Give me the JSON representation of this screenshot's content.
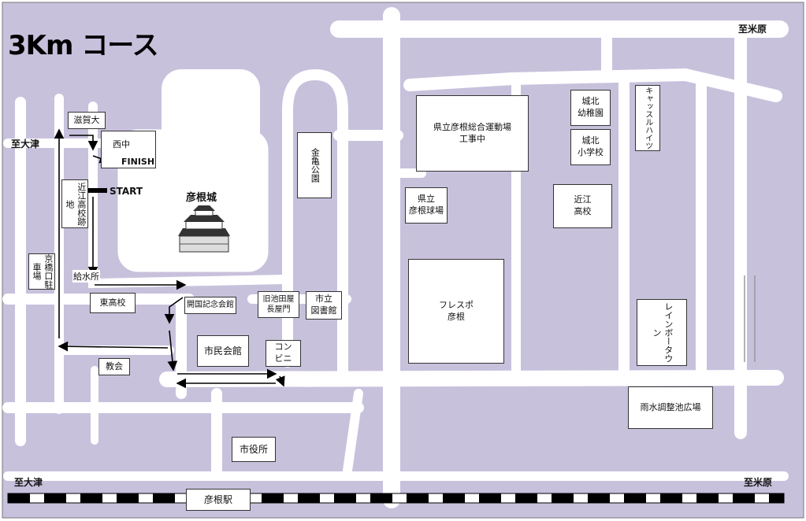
{
  "title": "3Km コース",
  "colors": {
    "background": "#c8c1dc",
    "road": "#ffffff",
    "rail_dark": "#000000",
    "outline": "#555555"
  },
  "labels": {
    "shiga_univ": "滋賀大",
    "nishinaka": "西中",
    "finish": "FINISH",
    "start": "START",
    "hikone_castle": "彦根城",
    "omi_koko_ato": "近江高校跡地",
    "kyobashiguchi": "京橋口駐車場",
    "kyusuijo": "給水所",
    "higashi_koko": "東高校",
    "kaikoku": "開国記念会館",
    "ikeda": "旧池田屋\n長屋門",
    "library": "市立\n図書館",
    "shimin_kaikan": "市民会館",
    "konbini": "コン\nビニ",
    "church": "教会",
    "city_hall": "市役所",
    "station": "彦根駅",
    "kinki_park": "金亀公園",
    "stadium": "県立彦根総合運動場\n工事中",
    "ballpark": "県立\n彦根球場",
    "jouhoku_kinder": "城北\n幼稚園",
    "jouhoku_elem": "城北\n小学校",
    "castle_heights": "キャッスルハイツ",
    "omi_hs": "近江\n高校",
    "fresupo": "フレスポ\n彦根",
    "rainbow": "レインボータウン",
    "pond_plaza": "雨水調整池広場",
    "to_maibara_top": "至米原",
    "to_maibara_bottom": "至米原",
    "to_otsu_left": "至大津",
    "to_otsu_bottom": "至大津"
  }
}
